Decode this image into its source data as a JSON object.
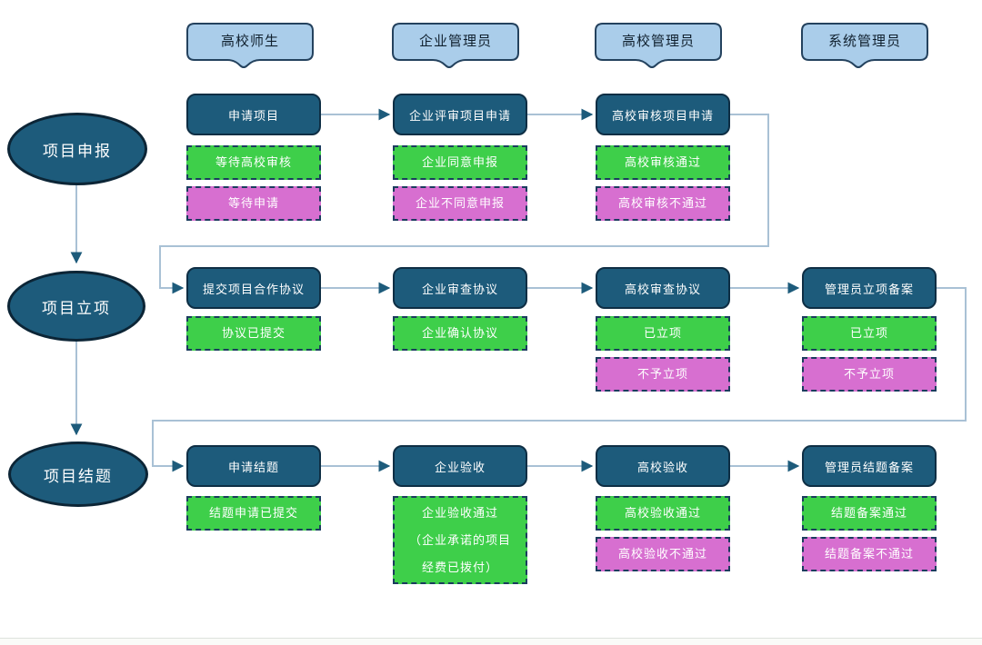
{
  "colors": {
    "node_fill": "#1d5b7b",
    "node_border": "#0e2e44",
    "success_fill": "#3ecf4a",
    "reject_fill": "#d76fd0",
    "status_border": "#1b3c5e",
    "header_fill": "#aacdea",
    "header_border": "#24425e",
    "connector_line": "#a9c1d5",
    "arrowhead": "#1d5b7b"
  },
  "roles": {
    "items": [
      {
        "label": "高校师生"
      },
      {
        "label": "企业管理员"
      },
      {
        "label": "高校管理员"
      },
      {
        "label": "系统管理员"
      }
    ]
  },
  "phases": {
    "items": [
      {
        "label": "项目申报"
      },
      {
        "label": "项目立项"
      },
      {
        "label": "项目结题"
      }
    ]
  },
  "rows": [
    {
      "steps": [
        {
          "action": "申请项目",
          "success": "等待高校审核",
          "reject": "等待申请"
        },
        {
          "action": "企业评审项目申请",
          "success": "企业同意申报",
          "reject": "企业不同意申报"
        },
        {
          "action": "高校审核项目申请",
          "success": "高校审核通过",
          "reject": "高校审核不通过"
        }
      ]
    },
    {
      "steps": [
        {
          "action": "提交项目合作协议",
          "success": "协议已提交"
        },
        {
          "action": "企业审查协议",
          "success": "企业确认协议"
        },
        {
          "action": "高校审查协议",
          "success": "已立项",
          "reject": "不予立项"
        },
        {
          "action": "管理员立项备案",
          "success": "已立项",
          "reject": "不予立项"
        }
      ]
    },
    {
      "steps": [
        {
          "action": "申请结题",
          "success": "结题申请已提交"
        },
        {
          "action": "企业验收",
          "success": "企业验收通过\n（企业承诺的项目\n经费已拨付）"
        },
        {
          "action": "高校验收",
          "success": "高校验收通过",
          "reject": "高校验收不通过"
        },
        {
          "action": "管理员结题备案",
          "success": "结题备案通过",
          "reject": "结题备案不通过"
        }
      ]
    }
  ]
}
